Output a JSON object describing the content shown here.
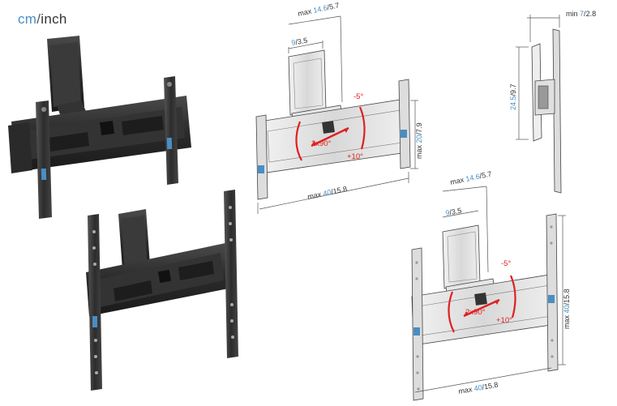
{
  "units": {
    "cm": "cm",
    "sep": "/",
    "inch": "inch"
  },
  "diagram_top": {
    "depth_max_label": "max",
    "depth_max_cm": "14.6",
    "depth_max_in": "5.7",
    "depth_min_cm": "9",
    "depth_min_in": "3.5",
    "tilt_up": "-5°",
    "tilt_down": "+10°",
    "swivel": "2x90°",
    "height_label": "max",
    "height_cm": "20",
    "height_in": "7.9",
    "width_label": "max",
    "width_cm": "40",
    "width_in": "15.8"
  },
  "diagram_side": {
    "gap_label": "min",
    "gap_cm": "7",
    "gap_in": "2.8",
    "height_cm": "24.5",
    "height_in": "9.7"
  },
  "diagram_bottom": {
    "depth_max_label": "max",
    "depth_max_cm": "14.6",
    "depth_max_in": "5.7",
    "depth_min_cm": "9",
    "depth_min_in": "3.5",
    "tilt_up": "-5°",
    "tilt_down": "+10°",
    "swivel": "2x90°",
    "height_label": "max",
    "height_cm": "40",
    "height_in": "15.8",
    "width_label": "max",
    "width_cm": "40",
    "width_in": "15.8"
  },
  "colors": {
    "accent_blue": "#4a8ec2",
    "tilt_red": "#e02020",
    "metal_dark": "#2b2b2b"
  }
}
